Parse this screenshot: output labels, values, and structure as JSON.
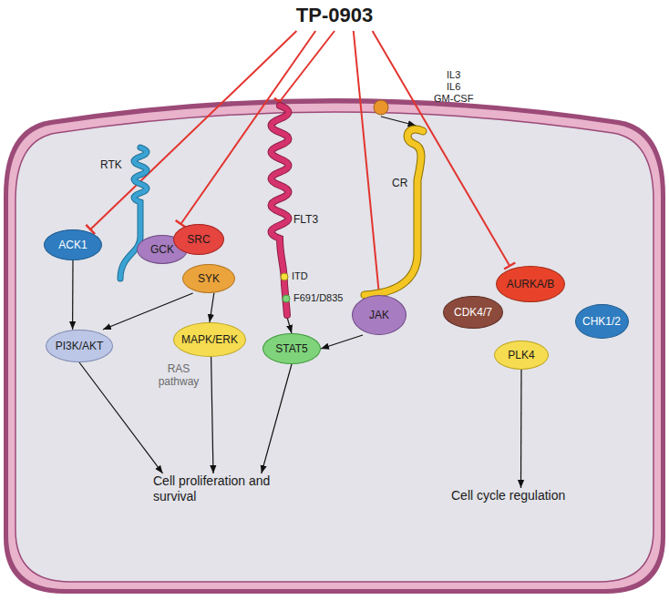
{
  "diagram": {
    "nodes": [
      {
        "text": [
          "TP-0903"
        ]
      },
      {
        "text": [
          "ACK1"
        ]
      },
      {
        "text": [
          "RTK"
        ]
      },
      {
        "text": [
          "GCK"
        ]
      },
      {
        "text": [
          "SRC"
        ]
      },
      {
        "text": [
          "SYK"
        ]
      },
      {
        "text": [
          "FLT3"
        ]
      },
      {
        "text": [
          "IL3",
          "IL6",
          "GM-CSF"
        ]
      },
      {
        "text": [
          "CR"
        ]
      },
      {
        "text": [
          "JAK"
        ]
      },
      {
        "text": [
          "PI3K/AKT"
        ]
      },
      {
        "text": [
          "MAPK/ERK"
        ]
      },
      {
        "text": [
          "STAT5"
        ]
      },
      {
        "text": [
          "CDK4/7"
        ]
      },
      {
        "text": [
          "AURKA/B"
        ]
      },
      {
        "text": [
          "CHK1/2"
        ]
      },
      {
        "text": [
          "PLK4"
        ]
      },
      {
        "text": [
          "Cell proliferation and survival"
        ]
      },
      {
        "text": [
          "Cell cycle regulation"
        ]
      }
    ],
    "edges": [
      {
        "from": 0,
        "to": 1,
        "arrow": "to"
      },
      {
        "from": 0,
        "to": 4,
        "arrow": "to"
      },
      {
        "from": 0,
        "to": 6,
        "arrow": "to"
      },
      {
        "from": 0,
        "to": 9,
        "arrow": "to"
      },
      {
        "from": 0,
        "to": 14,
        "arrow": "to"
      },
      {
        "from": 1,
        "to": 10,
        "arrow": "to"
      },
      {
        "from": 5,
        "to": 10,
        "arrow": "to"
      },
      {
        "from": 5,
        "to": 11,
        "arrow": "to"
      },
      {
        "from": 6,
        "to": 12,
        "arrow": "to"
      },
      {
        "from": 9,
        "to": 12,
        "arrow": "to"
      },
      {
        "from": 7,
        "to": 8,
        "arrow": "to"
      },
      {
        "from": 10,
        "to": 17,
        "arrow": "to"
      },
      {
        "from": 11,
        "to": 17,
        "arrow": "to"
      },
      {
        "from": 12,
        "to": 17,
        "arrow": "to"
      },
      {
        "from": 16,
        "to": 18,
        "arrow": "to"
      }
    ],
    "labels": [
      "ITD",
      "F691/D835",
      "RAS pathway"
    ]
  }
}
